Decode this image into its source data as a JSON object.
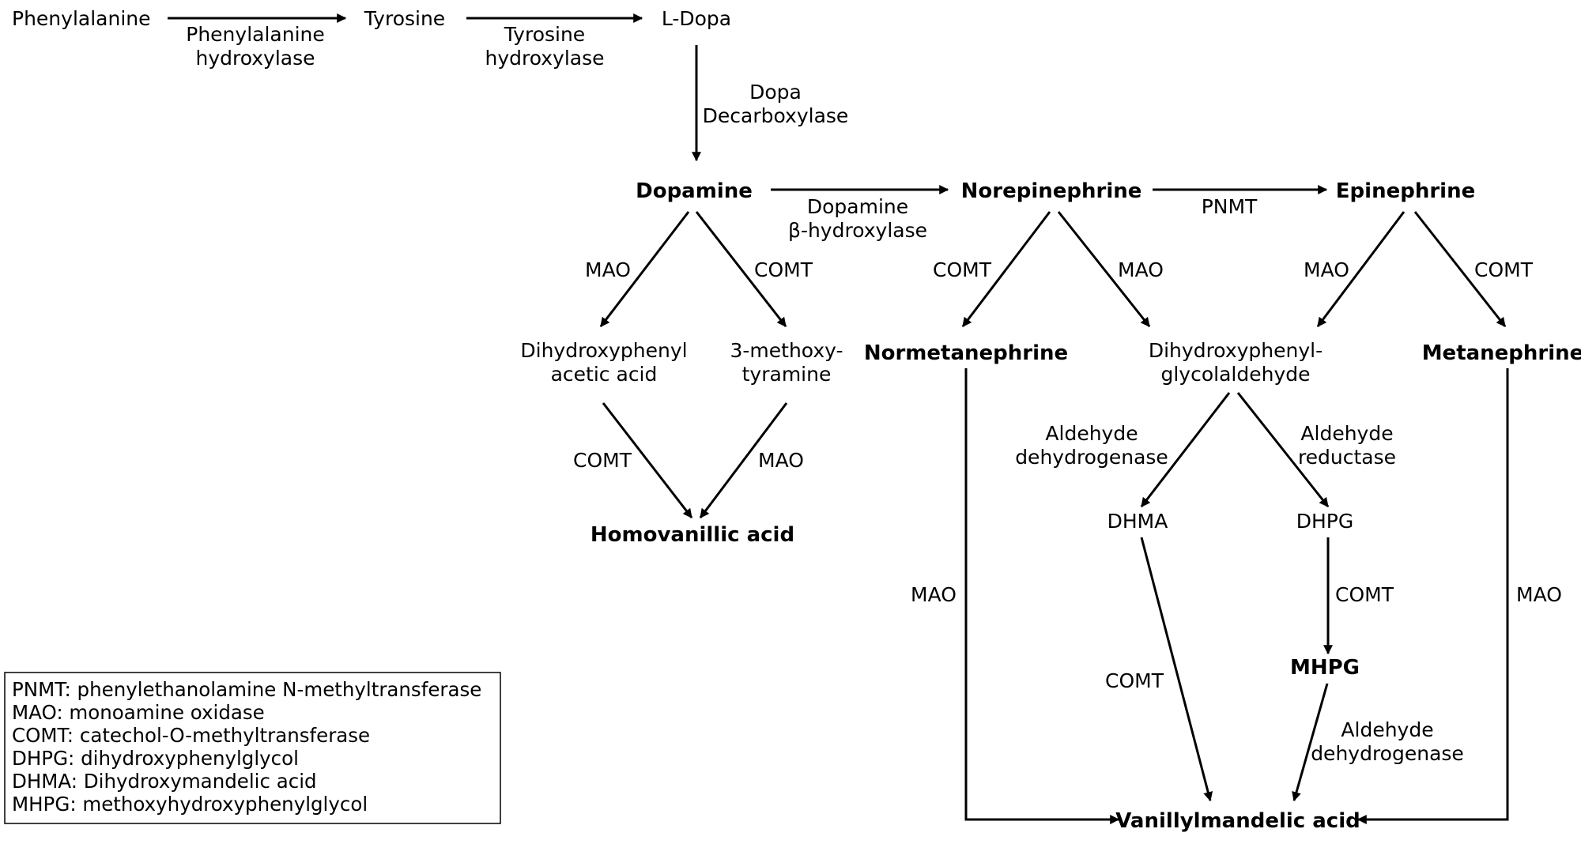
{
  "nodes": {
    "phenylalanine": "Phenylalanine",
    "tyrosine": "Tyrosine",
    "ldopa": "L-Dopa",
    "dopamine": "Dopamine",
    "norepinephrine": "Norepinephrine",
    "epinephrine": "Epinephrine",
    "dihydroxyphenylacetic_1": "Dihydroxyphenyl",
    "dihydroxyphenylacetic_2": "acetic acid",
    "methoxytyramine_1": "3-methoxy-",
    "methoxytyramine_2": "tyramine",
    "normetanephrine": "Normetanephrine",
    "dhpgaldehyde_1": "Dihydroxyphenyl-",
    "dhpgaldehyde_2": "glycolaldehyde",
    "metanephrine": "Metanephrine",
    "homovanillic": "Homovanillic acid",
    "dhma": "DHMA",
    "dhpg": "DHPG",
    "mhpg": "MHPG",
    "vma": "Vanillylmandelic acid"
  },
  "enzymes": {
    "pah_1": "Phenylalanine",
    "pah_2": "hydroxylase",
    "th_1": "Tyrosine",
    "th_2": "hydroxylase",
    "ddc_1": "Dopa",
    "ddc_2": "Decarboxylase",
    "dbh_1": "Dopamine",
    "dbh_2": "β-hydroxylase",
    "pnmt": "PNMT",
    "dop_mao": "MAO",
    "dop_comt": "COMT",
    "ne_comt": "COMT",
    "ne_mao": "MAO",
    "epi_mao": "MAO",
    "epi_comt": "COMT",
    "dopac_comt": "COMT",
    "mt_mao": "MAO",
    "aldh_1": "Aldehyde",
    "aldh_2": "dehydrogenase",
    "ar_1": "Aldehyde",
    "ar_2": "reductase",
    "nmn_mao": "MAO",
    "dhma_comt": "COMT",
    "dhpg_comt": "COMT",
    "mhpg_aldh_1": "Aldehyde",
    "mhpg_aldh_2": "dehydrogenase",
    "mn_mao": "MAO"
  },
  "legend": [
    "PNMT: phenylethanolamine N-methyltransferase",
    "MAO: monoamine oxidase",
    "COMT: catechol-O-methyltransferase",
    "DHPG: dihydroxyphenylglycol",
    "DHMA: Dihydroxymandelic acid",
    "MHPG: methoxyhydroxyphenylglycol"
  ]
}
